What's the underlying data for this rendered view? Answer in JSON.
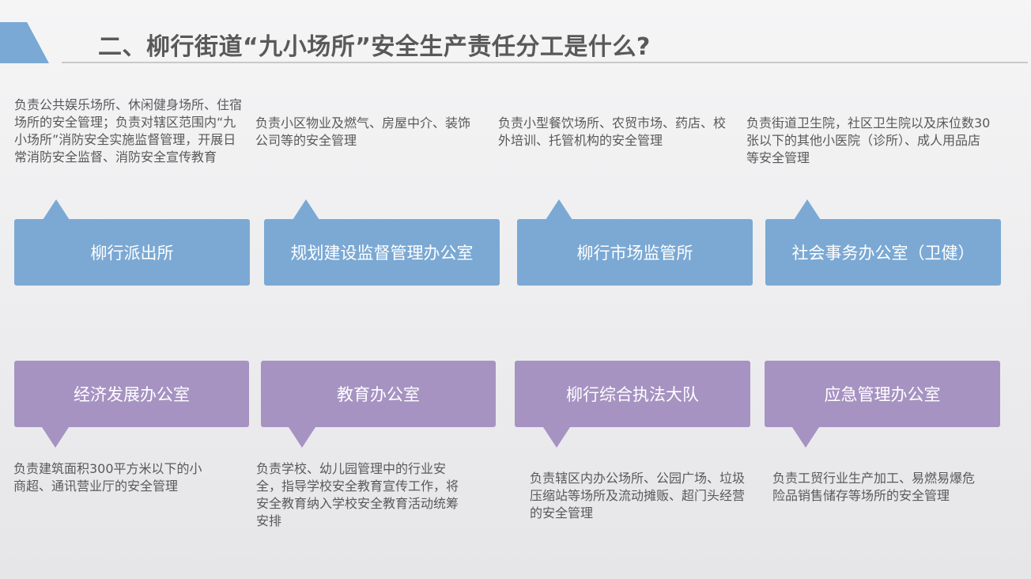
{
  "title": "二、柳行街道“九小场所”安全生产责任分工是什么?",
  "colors": {
    "accent": "#79a9d4",
    "top_box": "#7ba9d4",
    "bottom_box": "#a693c2",
    "text": "#595959"
  },
  "top_row": [
    {
      "name": "柳行派出所",
      "description": "负责公共娱乐场所、休闲健身场所、住宿场所的安全管理；负责对辖区范围内“九小场所”消防安全实施监督管理，开展日常消防安全监督、消防安全宣传教育"
    },
    {
      "name": "规划建设监督管理办公室",
      "description": "负责小区物业及燃气、房屋中介、装饰公司等的安全管理"
    },
    {
      "name": "柳行市场监管所",
      "description": "负责小型餐饮场所、农贸市场、药店、校外培训、托管机构的安全管理"
    },
    {
      "name": "社会事务办公室（卫健）",
      "description": "负责街道卫生院，社区卫生院以及床位数30张以下的其他小医院（诊所）、成人用品店等安全管理"
    }
  ],
  "bottom_row": [
    {
      "name": "经济发展办公室",
      "description": "负责建筑面积300平方米以下的小商超、通讯营业厅的安全管理"
    },
    {
      "name": "教育办公室",
      "description": "负责学校、幼儿园管理中的行业安全，指导学校安全教育宣传工作，将安全教育纳入学校安全教育活动统筹安排"
    },
    {
      "name": "柳行综合执法大队",
      "description": "负责辖区内办公场所、公园广场、垃圾压缩站等场所及流动摊贩、超门头经营的安全管理"
    },
    {
      "name": "应急管理办公室",
      "description": "负责工贸行业生产加工、易燃易爆危险品销售储存等场所的安全管理"
    }
  ]
}
